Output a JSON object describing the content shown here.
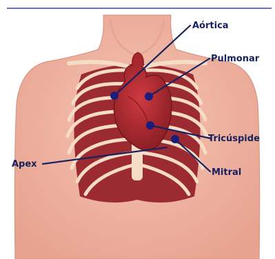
{
  "colors": {
    "rule": "#6b6bd6",
    "skin": "#f1b2a0",
    "skin_shade": "#e39c8a",
    "rib": "#c93c43",
    "rib_dark": "#8f1f29",
    "bone": "#f4dcc6",
    "heart": "#b52b31",
    "heart_dark": "#7a1a20",
    "marker": "#1a1d7a",
    "line": "#17215e",
    "label": "#17215e"
  },
  "labels": {
    "aortica": "Aórtica",
    "pulmonar": "Pulmonar",
    "tricuspide": "Tricúspide",
    "mitral": "Mitral",
    "apex": "Apex"
  }
}
